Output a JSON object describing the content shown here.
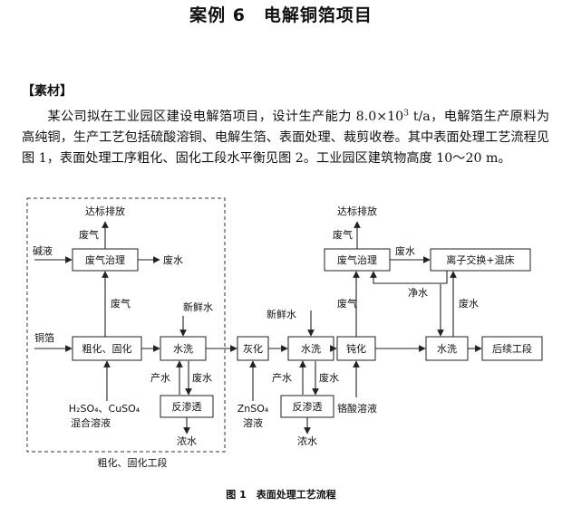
{
  "title": "案例 6　电解铜箔项目",
  "section_heading": "【素材】",
  "paragraph": {
    "part1": "某公司拟在工业园区建设电解箔项目，设计生产能力 8.0×10",
    "sup": "3",
    "part2": " t/a，电解箔生产原料为高纯铜，生产工艺包括硫酸溶铜、电解生箔、表面处理、裁剪收卷。其中表面处理工艺流程见图 1，表面处理工序粗化、固化工段水平衡见图 2。工业园区建筑物高度 10～20 m。"
  },
  "diagram": {
    "boxes": {
      "waste_gas_treatment_1": "废气治理",
      "roughen_cure": "粗化、固化",
      "wash_1": "水洗",
      "ro_1": "反渗透",
      "ash": "灰化",
      "wash_2": "水洗",
      "ro_2": "反渗透",
      "passivation": "钝化",
      "waste_gas_treatment_2": "废气治理",
      "ion_exchange": "离子交换+混床",
      "wash_3": "水洗",
      "follow_up": "后续工段"
    },
    "labels": {
      "discharge_1": "达标排放",
      "waste_gas_a": "废气",
      "alkali": "碱液",
      "wastewater_a": "废水",
      "waste_gas_b": "废气",
      "fresh_water_1": "新鲜水",
      "copper_foil": "铜箔",
      "product_water_1": "产水",
      "wastewater_b": "废水",
      "mixed_solution_1": "H₂SO₄、CuSO₄",
      "mixed_solution_2": "混合溶液",
      "concentrate_1": "浓水",
      "stage_label": "粗化、固化工段",
      "znso4_1": "ZnSO₄",
      "znso4_2": "溶液",
      "fresh_water_2": "新鲜水",
      "product_water_2": "产水",
      "wastewater_c": "废水",
      "concentrate_2": "浓水",
      "chromic_acid": "铬酸溶液",
      "discharge_2": "达标排放",
      "waste_gas_c": "废气",
      "waste_gas_d": "废气",
      "wastewater_d": "废水",
      "clean_water": "净水",
      "wastewater_e": "废水"
    }
  },
  "caption": "图 1　表面处理工艺流程"
}
